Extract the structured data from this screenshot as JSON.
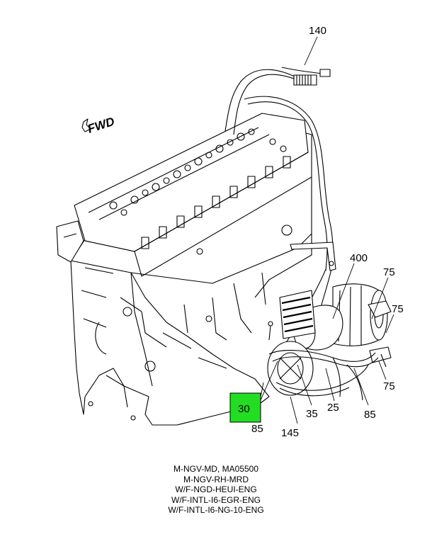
{
  "diagram": {
    "fwd_label": "FWD",
    "highlight_color": "#22dd22",
    "callouts": {
      "c140": "140",
      "c400": "400",
      "c75a": "75",
      "c75b": "75",
      "c75c": "75",
      "c30": "30",
      "c85a": "85",
      "c145": "145",
      "c35": "35",
      "c25": "25",
      "c85b": "85"
    }
  },
  "caption_lines": [
    "M-NGV-MD, MA05500",
    "M-NGV-RH-MRD",
    "W/F-NGD-HEUI-ENG",
    "W/F-INTL-I6-EGR-ENG",
    "W/F-INTL-I6-NG-10-ENG"
  ]
}
